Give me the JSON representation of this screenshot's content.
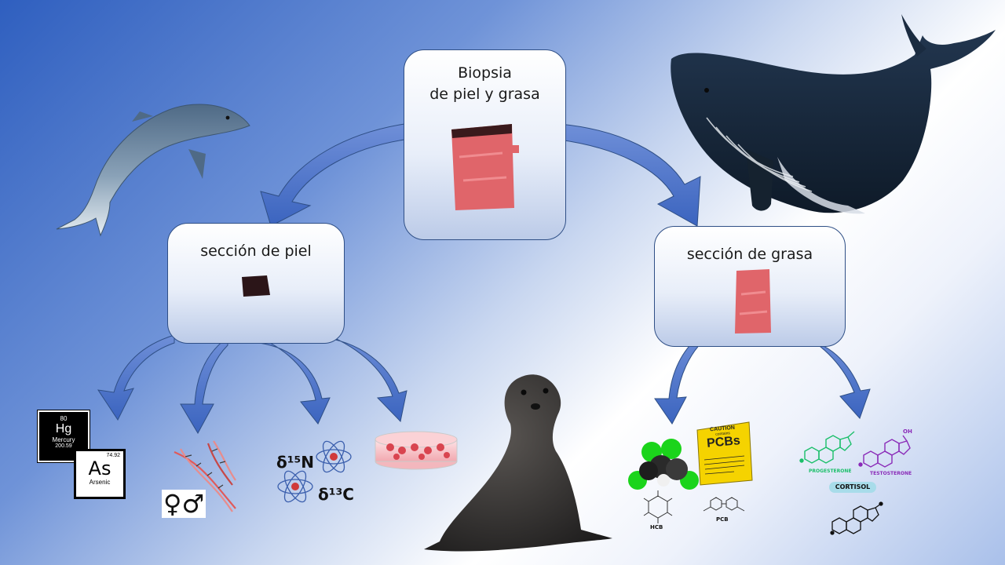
{
  "diagram": {
    "biopsy_box": {
      "line1": "Biopsia",
      "line2": "de piel y grasa"
    },
    "skin_box": {
      "label": "sección de piel"
    },
    "fat_box": {
      "label": "sección de grasa"
    },
    "mercury_tile": {
      "number": "80",
      "symbol": "Hg",
      "name": "Mercury",
      "mass": "200.59"
    },
    "arsenic_tile": {
      "number": "74.92",
      "symbol": "As",
      "name": "Arsenic"
    },
    "sex_symbols": "♀♂",
    "isotopes": {
      "nitrogen": "δ¹⁵N",
      "carbon": "δ¹³C"
    },
    "pcb_sign": {
      "line1": "CAUTION",
      "line2": "contains",
      "line3": "PCBs"
    },
    "hcb_label": "HCB",
    "pcb_label": "PCB",
    "hormones": {
      "progesterone": "PROGESTERONE",
      "testosterone": "TESTOSTERONE",
      "cortisol": "CORTISOL",
      "oh": "OH"
    }
  },
  "colors": {
    "arrow": "#4a72c8",
    "box_border": "#2f4f86",
    "tissue": "#e0656a",
    "skin": "#2b1518"
  }
}
